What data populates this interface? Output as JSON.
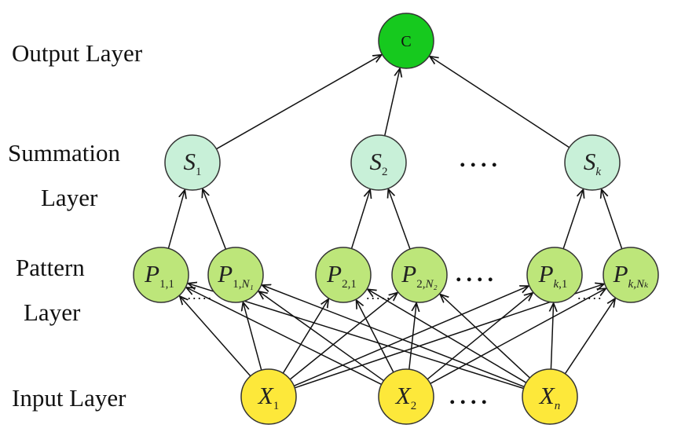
{
  "layers": {
    "output": "Output Layer",
    "summation": [
      "Summation",
      "Layer"
    ],
    "pattern": [
      "Pattern",
      "Layer"
    ],
    "input": "Input Layer"
  },
  "nodes": {
    "output": {
      "label": "C",
      "color": "#16c91e"
    },
    "summation": [
      {
        "main": "S",
        "sub": "1",
        "color": "#c8f0d8"
      },
      {
        "main": "S",
        "sub": "2",
        "color": "#c8f0d8"
      },
      {
        "main": "S",
        "sub": "k",
        "color": "#c8f0d8"
      }
    ],
    "pattern": [
      {
        "main": "P",
        "sub": "1,1",
        "sub_tail": "",
        "color": "#bde67a"
      },
      {
        "main": "P",
        "sub": "1,",
        "sub_tail": "N₁",
        "color": "#bde67a"
      },
      {
        "main": "P",
        "sub": "2,1",
        "sub_tail": "",
        "color": "#bde67a"
      },
      {
        "main": "P",
        "sub": "2,",
        "sub_tail": "N₂",
        "color": "#bde67a"
      },
      {
        "main": "P",
        "sub": "k",
        "sub_tail": ",1",
        "color": "#bde67a"
      },
      {
        "main": "P",
        "sub": "k",
        "sub_tail": ",Nₖ",
        "color": "#bde67a"
      }
    ],
    "input": [
      {
        "main": "X",
        "sub": "1",
        "color": "#fde83a"
      },
      {
        "main": "X",
        "sub": "2",
        "color": "#fde83a"
      },
      {
        "main": "X",
        "sub": "n",
        "color": "#fde83a"
      }
    ]
  },
  "ellipses": {
    "summation": "....",
    "pattern_main": "....",
    "pattern_gap1": "......",
    "pattern_gap2": ".....",
    "pattern_gap3": ".....",
    "input": "...."
  }
}
